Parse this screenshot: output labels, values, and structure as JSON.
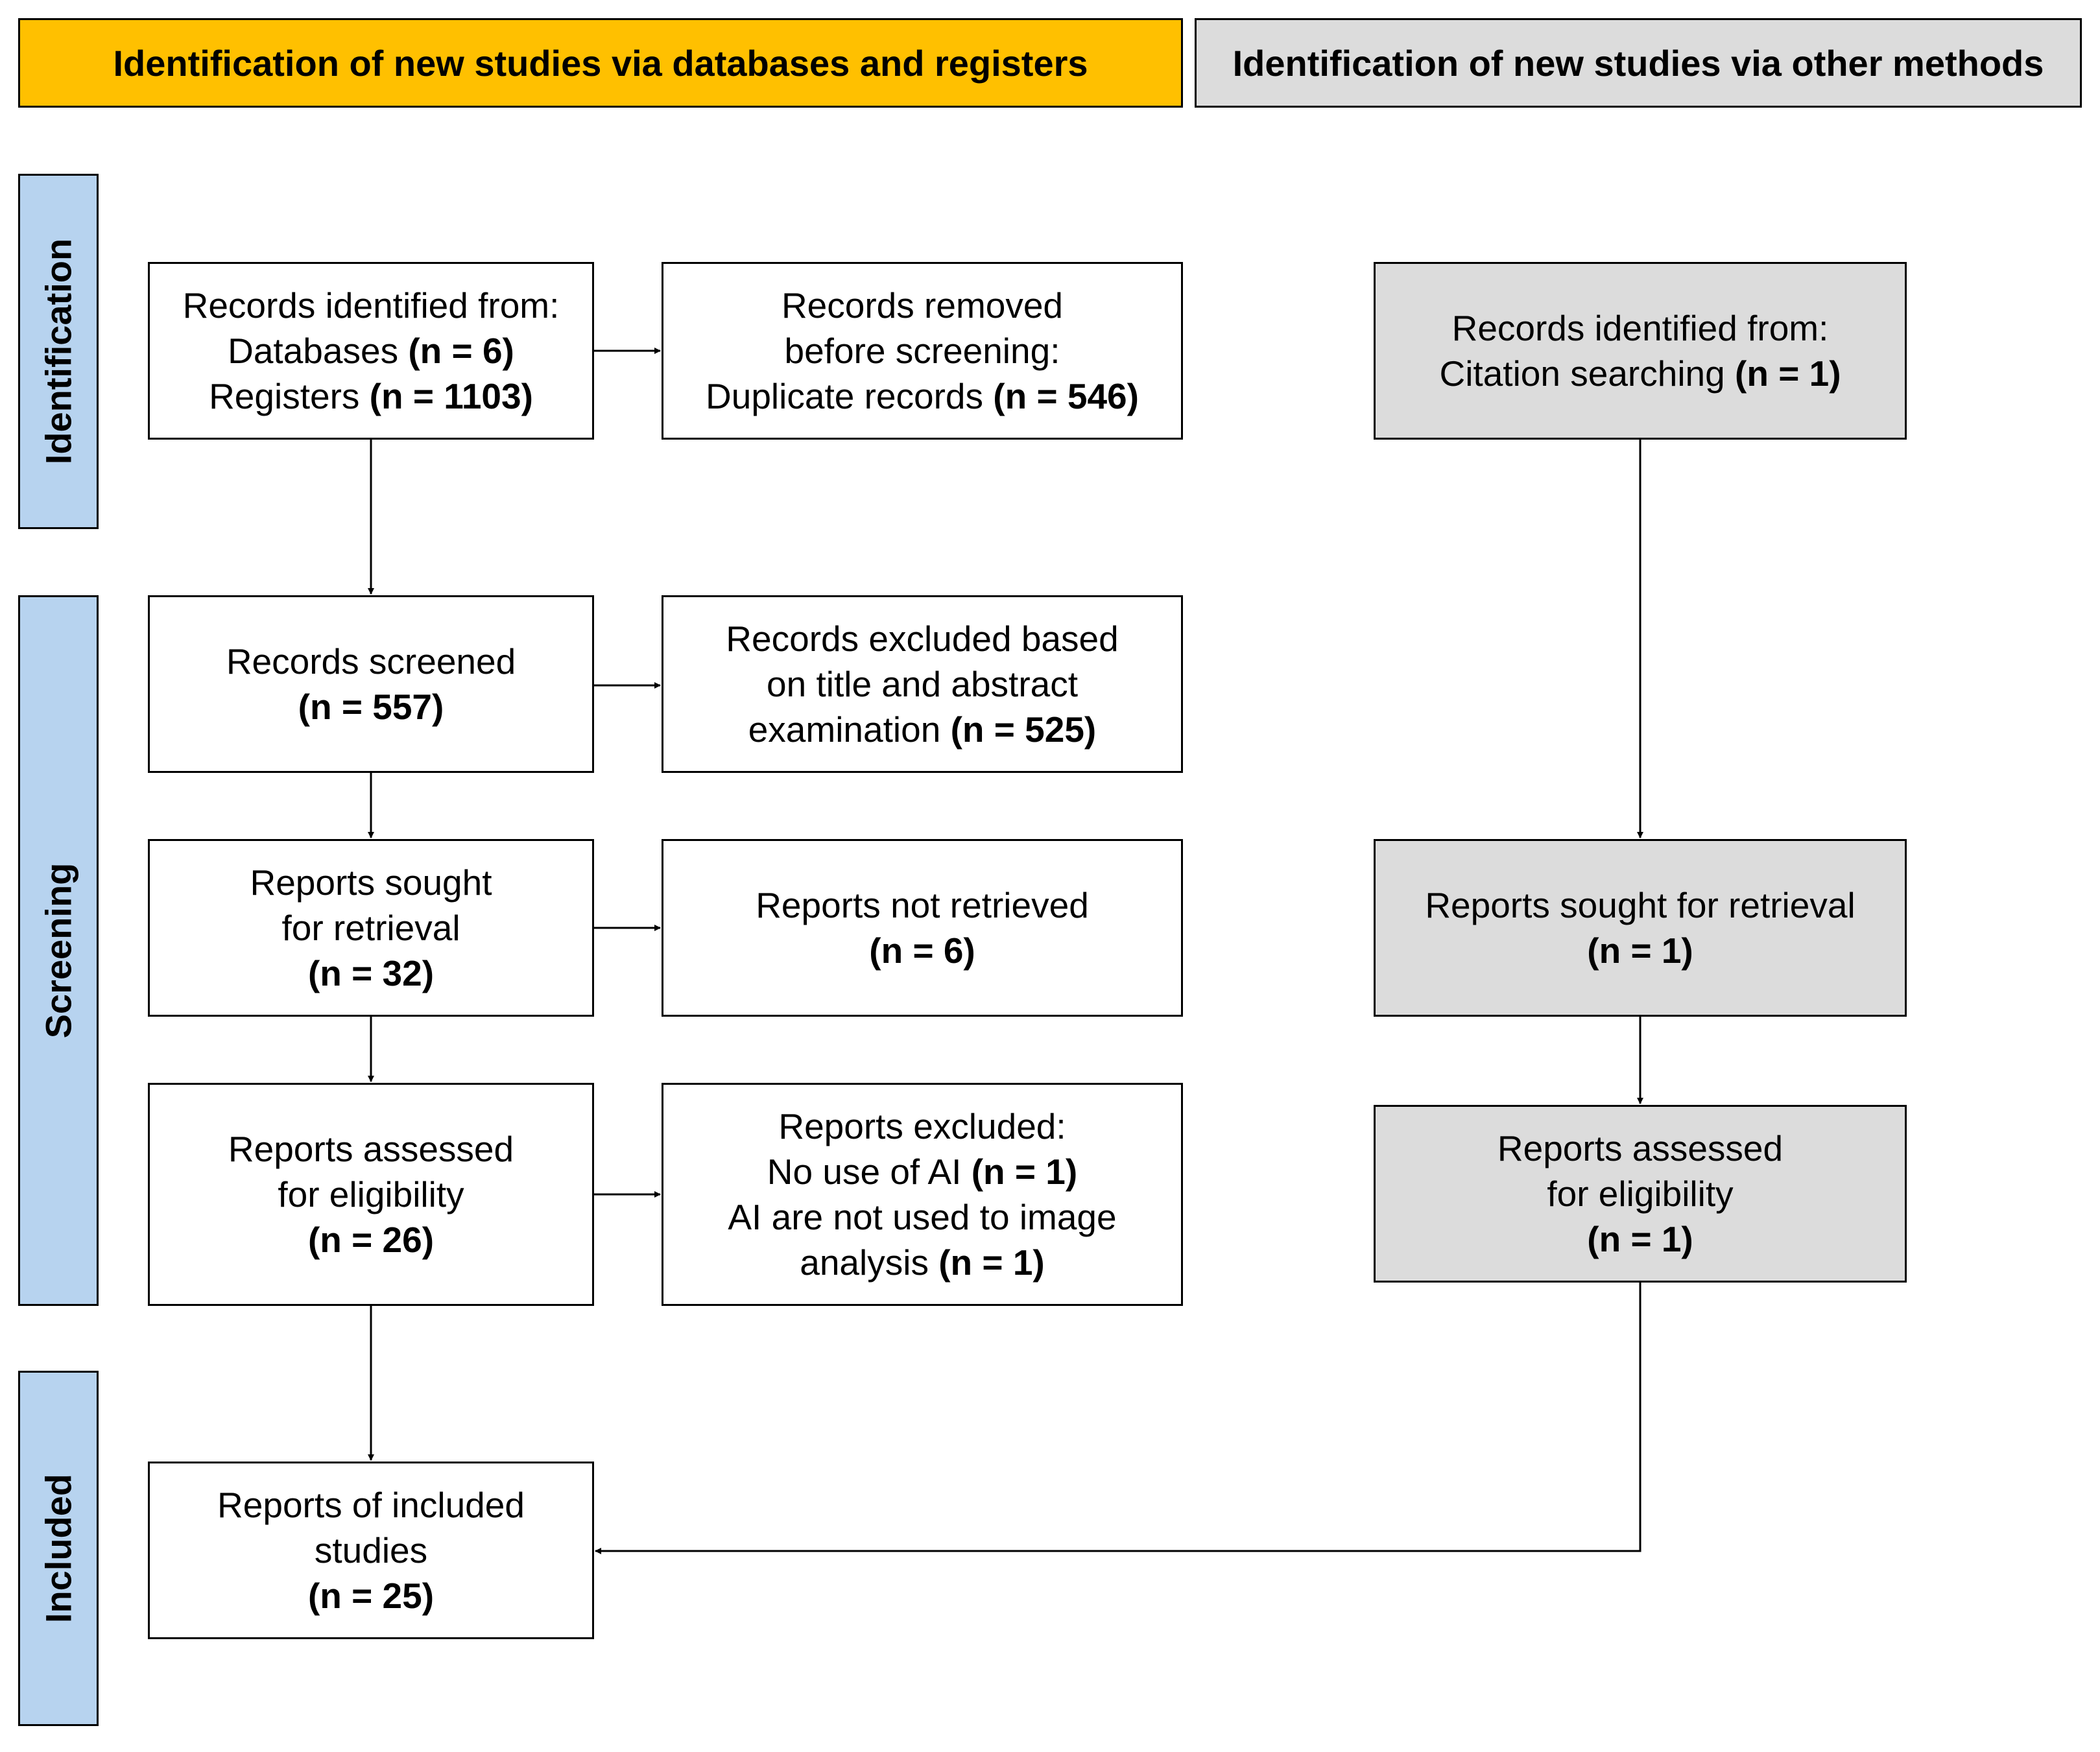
{
  "colors": {
    "header_left_bg": "#ffc000",
    "header_right_bg": "#dcdcdc",
    "stage_bg": "#b7d3ef",
    "gray_box_bg": "#dcdcdc"
  },
  "headers": {
    "databases": "Identification of new studies via databases and registers",
    "other": "Identification of new studies via other methods"
  },
  "stages": {
    "identification": "Identification",
    "screening": "Screening",
    "included": "Included"
  },
  "boxes": {
    "records_identified": {
      "l1": "Records identified from:",
      "l2a": "Databases ",
      "l2b": "(n = 6)",
      "l3a": "Registers ",
      "l3b": "(n = 1103)"
    },
    "records_removed": {
      "l1": "Records removed",
      "l2": "before screening:",
      "l3a": "Duplicate records ",
      "l3b": "(n = 546)"
    },
    "records_screened": {
      "l1": "Records screened",
      "l2": "(n = 557)"
    },
    "records_excluded": {
      "l1": "Records excluded based",
      "l2": "on title and abstract",
      "l3a": "examination ",
      "l3b": "(n = 525)"
    },
    "reports_sought": {
      "l1": "Reports sought",
      "l2": "for retrieval",
      "l3": "(n = 32)"
    },
    "reports_not_retrieved": {
      "l1": "Reports not retrieved",
      "l2": "(n = 6)"
    },
    "reports_assessed": {
      "l1": "Reports assessed",
      "l2": "for eligibility",
      "l3": "(n = 26)"
    },
    "reports_excluded": {
      "l1": "Reports excluded:",
      "l2a": "No use of AI ",
      "l2b": "(n = 1)",
      "l3": "AI are not used to image",
      "l4a": "analysis ",
      "l4b": "(n = 1)"
    },
    "included_studies": {
      "l1": "Reports of included",
      "l2": "studies",
      "l3": "(n = 25)"
    },
    "other_records_identified": {
      "l1": "Records identified from:",
      "l2a": "Citation searching ",
      "l2b": "(n = 1)"
    },
    "other_reports_sought": {
      "l1": "Reports sought for retrieval",
      "l2": "(n = 1)"
    },
    "other_reports_assessed": {
      "l1": "Reports assessed",
      "l2": "for eligibility",
      "l3": "(n = 1)"
    }
  }
}
